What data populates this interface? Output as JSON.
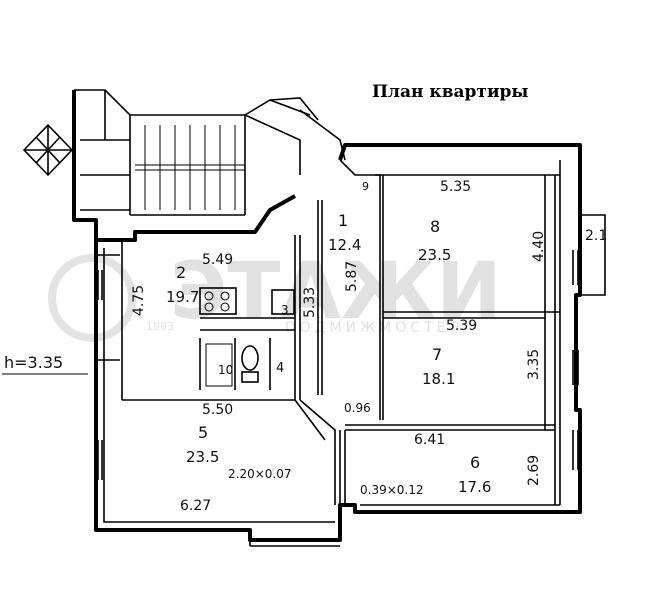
{
  "title": "План квартиры",
  "ceiling_height": "h=3.35",
  "watermark": {
    "logo": "ЭТАЖИ",
    "year": "1993",
    "caption": "ПОДМИЖМОСТЕЛ"
  },
  "rooms": [
    {
      "number": "1",
      "area": "12.4"
    },
    {
      "number": "2",
      "area": "19.7"
    },
    {
      "number": "3",
      "area": ""
    },
    {
      "number": "4",
      "area": ""
    },
    {
      "number": "5",
      "area": "23.5"
    },
    {
      "number": "6",
      "area": "17.6"
    },
    {
      "number": "7",
      "area": "18.1"
    },
    {
      "number": "8",
      "area": "23.5"
    },
    {
      "number": "9",
      "area": ""
    },
    {
      "number": "10",
      "area": ""
    }
  ],
  "balcony": "2.1",
  "dimensions": [
    "5.35",
    "4.40",
    "5.49",
    "4.75",
    "5.33",
    "5.87",
    "5.39",
    "3.35",
    "5.50",
    "0.96",
    "6.41",
    "2.69",
    "6.27",
    "2.20×0.07",
    "0.39×0.12"
  ]
}
